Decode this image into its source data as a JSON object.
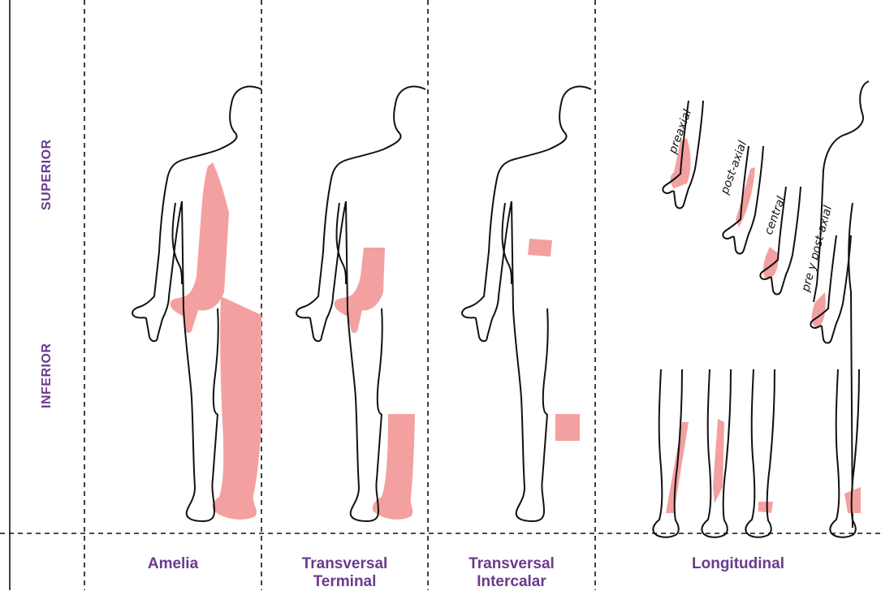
{
  "colors": {
    "accent": "#6b3a8e",
    "affected_fill": "#f3a0a0",
    "outline": "#111111",
    "divider": "#111111"
  },
  "rows": {
    "superior": "SUPERIOR",
    "inferior": "INFERIOR"
  },
  "columns": [
    {
      "label": "Amelia"
    },
    {
      "label": "Transversal\nTerminal"
    },
    {
      "label": "Transversal\nIntercalar"
    },
    {
      "label": "Longitudinal"
    }
  ],
  "longitudinal_arms": [
    {
      "label": "preaxial"
    },
    {
      "label": "post-axial"
    },
    {
      "label": "central"
    },
    {
      "label": "pre y post-axial"
    }
  ]
}
